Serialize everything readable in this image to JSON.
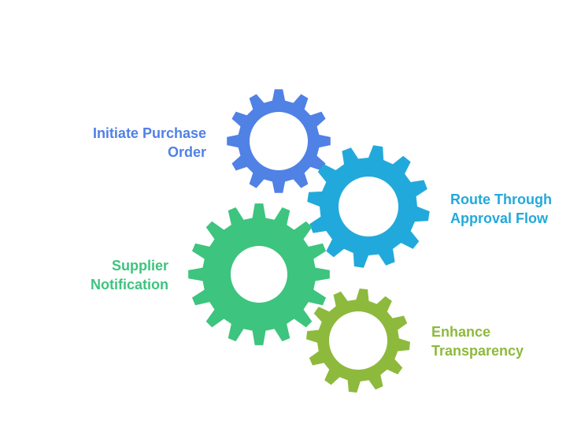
{
  "colors": {
    "blue": "#5081e5",
    "cyan": "#22a9db",
    "green": "#3dc47e",
    "olive": "#8dba3c"
  },
  "gears": [
    {
      "id": "gear-1",
      "color_key": "blue",
      "lines": [
        "Initiate Purchase",
        "Order"
      ]
    },
    {
      "id": "gear-2",
      "color_key": "cyan",
      "lines": [
        "Route Through",
        "Approval Flow"
      ]
    },
    {
      "id": "gear-3",
      "color_key": "green",
      "lines": [
        "Supplier",
        "Notification"
      ]
    },
    {
      "id": "gear-4",
      "color_key": "olive",
      "lines": [
        "Enhance",
        "Transparency"
      ]
    }
  ]
}
